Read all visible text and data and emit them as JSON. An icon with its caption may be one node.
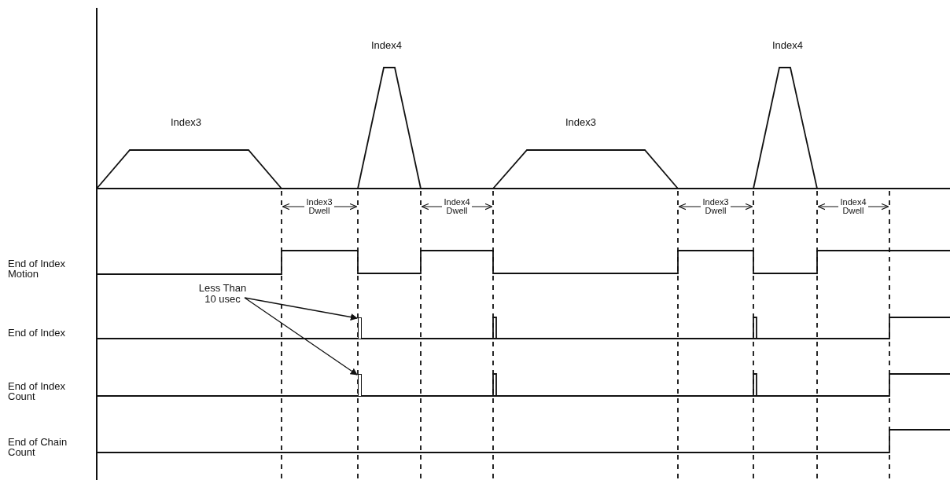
{
  "diagram": {
    "nodes": [
      {
        "text": [
          "Less Than 10 usec"
        ]
      },
      {
        "text": [],
        "shape": "bar"
      },
      {
        "text": [],
        "shape": "bar"
      }
    ],
    "edges": [
      {
        "from": 0,
        "to": 1,
        "arrow": "to"
      },
      {
        "from": 0,
        "to": 2,
        "arrow": "to"
      }
    ],
    "labels": [
      "Index4",
      "Index4",
      "Index3",
      "Index3",
      "Index3 Dwell",
      "Index4 Dwell",
      "Index3 Dwell",
      "Index4 Dwell",
      "End of Index Motion",
      "End of Index",
      "End of Index Count",
      "End of Chain Count"
    ]
  }
}
